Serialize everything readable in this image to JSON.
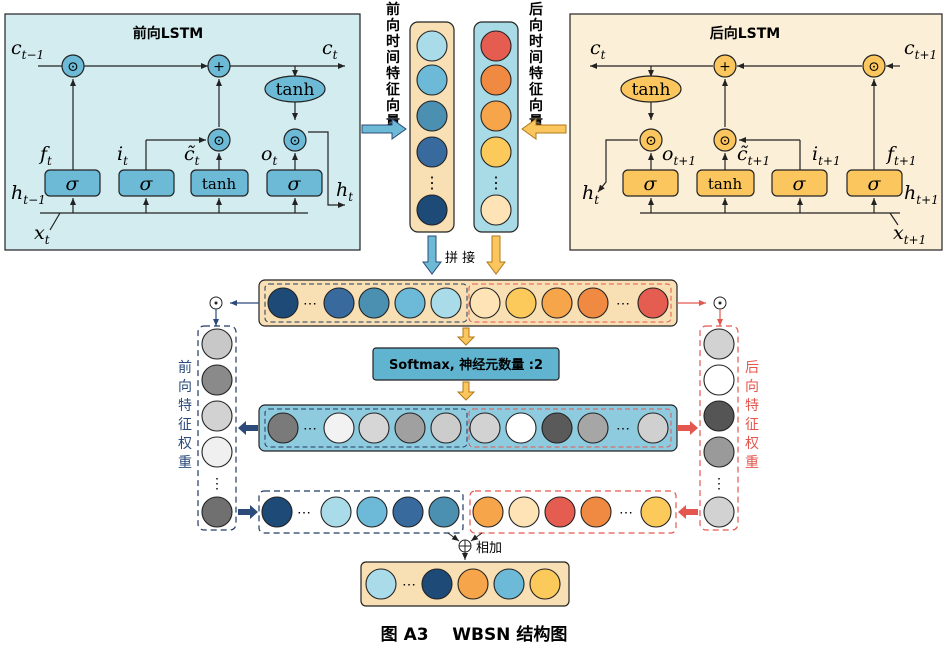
{
  "forward_lstm": {
    "title": "前向LSTM",
    "c_prev": "c",
    "c_prev_sub": "t−1",
    "c_out": "c",
    "c_out_sub": "t",
    "h_prev": "h",
    "h_prev_sub": "t−1",
    "h_out": "h",
    "h_out_sub": "t",
    "x": "x",
    "x_sub": "t",
    "f": "f",
    "f_sub": "t",
    "i": "i",
    "i_sub": "t",
    "ctilde": "c̃",
    "ctilde_sub": "t",
    "o": "o",
    "o_sub": "t",
    "sigma": "σ",
    "tanh": "tanh",
    "mul": "⊙",
    "add": "+"
  },
  "backward_lstm": {
    "title": "后向LSTM",
    "c_next": "c",
    "c_next_sub": "t+1",
    "c_out": "c",
    "c_out_sub": "t",
    "h_next": "h",
    "h_next_sub": "t+1",
    "h_out": "h",
    "h_out_sub": "t",
    "x": "x",
    "x_sub": "t+1",
    "f": "f",
    "f_sub": "t+1",
    "i": "i",
    "i_sub": "t+1",
    "ctilde": "c̃",
    "ctilde_sub": "t+1",
    "o": "o",
    "o_sub": "t+1",
    "sigma": "σ",
    "tanh": "tanh",
    "mul": "⊙",
    "add": "+"
  },
  "labels": {
    "forward_time_feature": "前向时间特征向量",
    "backward_time_feature": "后向时间特征向量",
    "concat": "拼 接",
    "softmax": "Softmax, 神经元数量 :2",
    "forward_weight": "前向特征权重",
    "backward_weight": "后向特征权重",
    "add": "相加",
    "dots": "⋯",
    "vdots": "⋮",
    "caption": "图 A3    WBSN 结构图"
  },
  "colors": {
    "forward_panel_bg": "#d3ecef",
    "backward_panel_bg": "#fcefd8",
    "forward_gate": "#6cbad6",
    "backward_gate": "#fcc65e",
    "concat_bg": "#f8dfb4",
    "softmax_bg": "#60b4d0",
    "weight_bg": "#8fcbdf",
    "forward_dash": "#1f3a63",
    "backward_dash": "#e4574e",
    "forward_vector": [
      "#a9dbe8",
      "#6db9d8",
      "#4b8fb1",
      "#386a9e",
      "#1e4a78"
    ],
    "backward_vector": [
      "#e55c50",
      "#f08a42",
      "#f7a54b",
      "#fcc95b",
      "#fde3b6"
    ],
    "concat_circles": [
      "#1e4a78",
      "#386a9e",
      "#4b8fb1",
      "#6db9d8",
      "#a9dbe8",
      "#fde3b6",
      "#fcc95b",
      "#f7a54b",
      "#f08a42",
      "#e55c50"
    ],
    "forward_weights": [
      "#c8c8c8",
      "#8a8a8a",
      "#d2d2d2",
      "#f0f0f0",
      "#707070"
    ],
    "backward_weights": [
      "#d2d2d2",
      "#ffffff",
      "#555555",
      "#9a9a9a",
      "#d2d2d2"
    ],
    "softmax_circles": [
      "#7a7a7a",
      "#f2f2f2",
      "#d6d6d6",
      "#a0a0a0",
      "#cccccc",
      "#d2d2d2",
      "#ffffff",
      "#5a5a5a",
      "#a6a6a6",
      "#d0d0d0"
    ],
    "weighted_forward": [
      "#1e4a78",
      "#a9dbe8",
      "#6db9d8",
      "#386a9e",
      "#4b8fb1"
    ],
    "weighted_backward": [
      "#f7a54b",
      "#fde3b6",
      "#e55c50",
      "#f08a42",
      "#fcc95b"
    ],
    "result": [
      "#a9dbe8",
      "#1e4a78",
      "#f7a54b",
      "#6db9d8",
      "#fcc95b"
    ]
  }
}
